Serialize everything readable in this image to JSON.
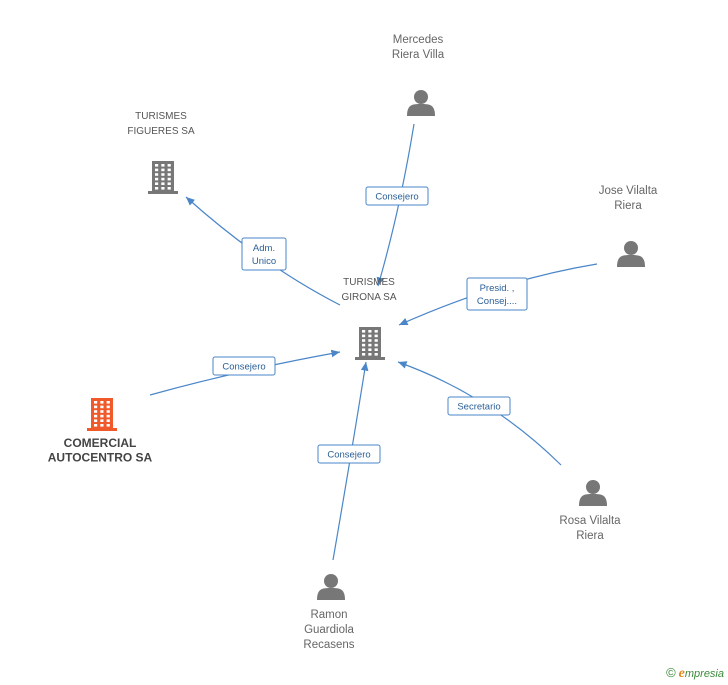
{
  "nodes": [
    {
      "id": "turismes-girona",
      "type": "company",
      "lines": [
        "TURISMES",
        "GIRONA SA"
      ],
      "color": "#777777"
    },
    {
      "id": "turismes-figueres",
      "type": "company",
      "lines": [
        "TURISMES",
        "FIGUERES SA"
      ],
      "color": "#777777"
    },
    {
      "id": "comercial-autocentro",
      "type": "company",
      "lines": [
        "COMERCIAL",
        "AUTOCENTRO SA"
      ],
      "color": "#f05a2a",
      "highlight": true
    },
    {
      "id": "mercedes-riera",
      "type": "person",
      "lines": [
        "Mercedes",
        "Riera Villa"
      ],
      "color": "#777777"
    },
    {
      "id": "jose-vilalta",
      "type": "person",
      "lines": [
        "Jose Vilalta",
        "Riera"
      ],
      "color": "#777777"
    },
    {
      "id": "rosa-vilalta",
      "type": "person",
      "lines": [
        "Rosa Vilalta",
        "Riera"
      ],
      "color": "#777777"
    },
    {
      "id": "ramon-guardiola",
      "type": "person",
      "lines": [
        "Ramon",
        "Guardiola",
        "Recasens"
      ],
      "color": "#777777"
    }
  ],
  "edges": [
    {
      "from": "turismes-girona",
      "to": "turismes-figueres",
      "label": [
        "Adm.",
        "Unico"
      ]
    },
    {
      "from": "mercedes-riera",
      "to": "turismes-girona",
      "label": [
        "Consejero"
      ]
    },
    {
      "from": "jose-vilalta",
      "to": "turismes-girona",
      "label": [
        "Presid. ,",
        "Consej...."
      ]
    },
    {
      "from": "comercial-autocentro",
      "to": "turismes-girona",
      "label": [
        "Consejero"
      ]
    },
    {
      "from": "rosa-vilalta",
      "to": "turismes-girona",
      "label": [
        "Secretario"
      ]
    },
    {
      "from": "ramon-guardiola",
      "to": "turismes-girona",
      "label": [
        "Consejero"
      ]
    }
  ],
  "brand": {
    "copyright": "©",
    "first_letter": "e",
    "rest": "mpresia"
  }
}
